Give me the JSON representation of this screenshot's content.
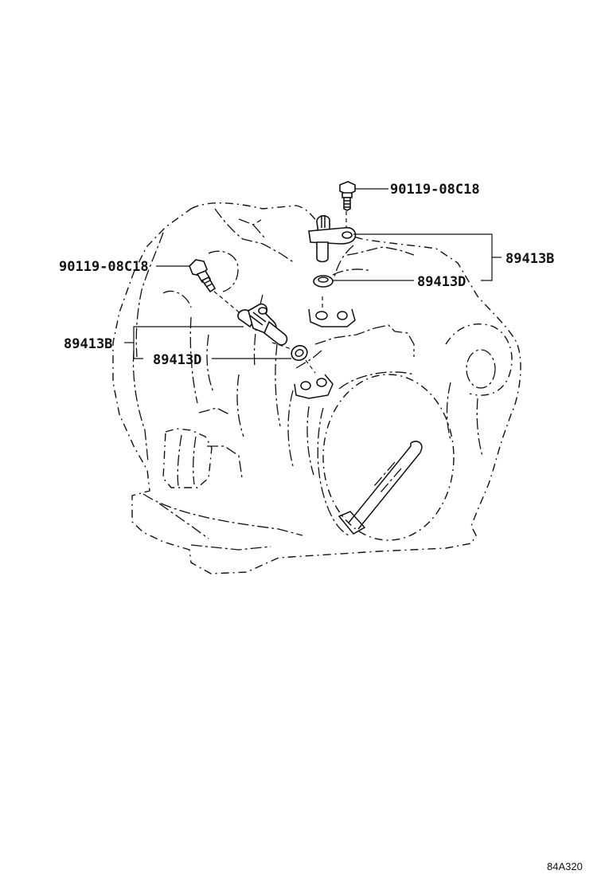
{
  "callouts": {
    "bolt_upper": "90119-08C18",
    "bolt_left": "90119-08C18",
    "sensor_upper": "89413B",
    "sensor_left": "89413B",
    "oring_upper": "89413D",
    "oring_left": "89413D"
  },
  "figure_code": "84A320"
}
